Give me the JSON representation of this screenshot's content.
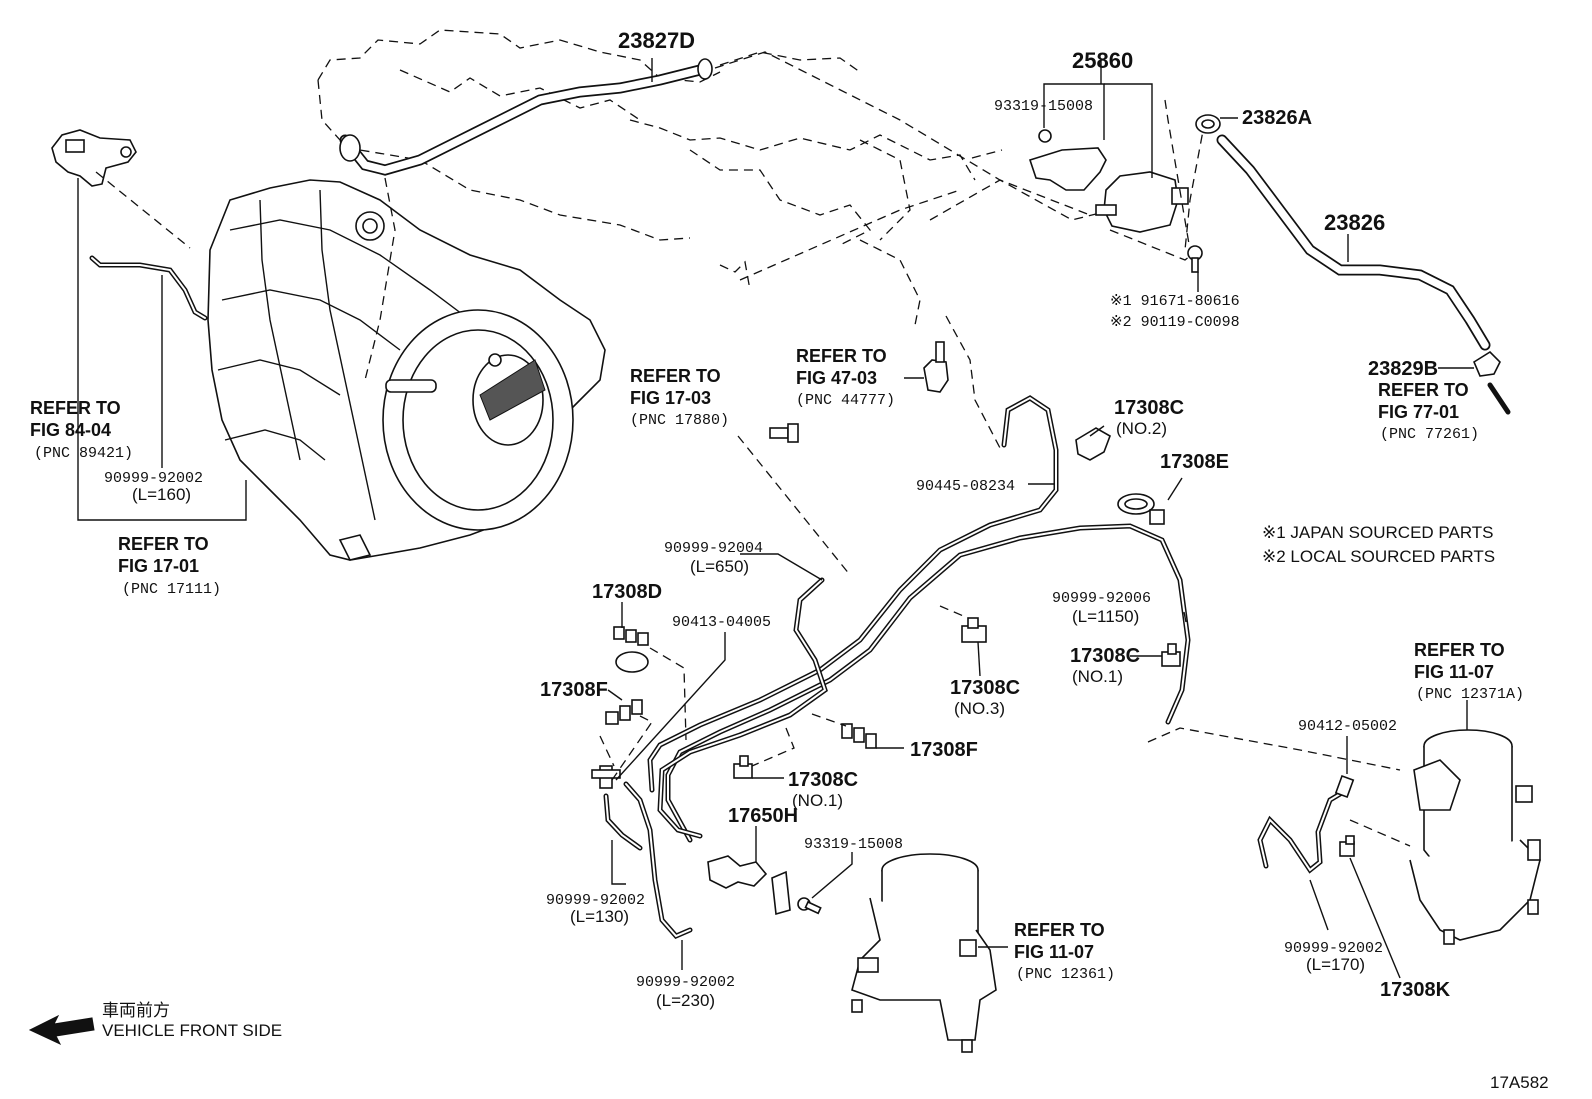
{
  "labels": {
    "p23827D": "23827D",
    "p25860": "25860",
    "p93319_top": "93319-15008",
    "p23826A": "23826A",
    "p23826": "23826",
    "p91671": "※1 91671-80616",
    "p90119": "※2 90119-C0098",
    "p23829B": "23829B",
    "p17308C_no2": "17308C",
    "no2": "(NO.2)",
    "p17308E": "17308E",
    "p90445": "90445-08234",
    "p90999_92002_top": "90999-92002",
    "l160": "(L=160)",
    "p90999_92004": "90999-92004",
    "l650": "(L=650)",
    "p17308D": "17308D",
    "p90413": "90413-04005",
    "p17308F_left": "17308F",
    "p17308C_no3": "17308C",
    "no3": "(NO.3)",
    "p90999_92006": "90999-92006",
    "l1150": "(L=1150)",
    "p17308C_no1_right": "17308C",
    "no1_right": "(NO.1)",
    "p17308F_mid": "17308F",
    "p17308C_no1_mid": "17308C",
    "no1_mid": "(NO.1)",
    "p17650H": "17650H",
    "p93319_bottom": "93319-15008",
    "p90999_92002_130": "90999-92002",
    "l130": "(L=130)",
    "p90999_92002_230": "90999-92002",
    "l230": "(L=230)",
    "p90412": "90412-05002",
    "p90999_92002_170": "90999-92002",
    "l170": "(L=170)",
    "p17308K": "17308K"
  },
  "refs": {
    "fig84": [
      "REFER TO",
      "FIG 84-04",
      "(PNC 89421)"
    ],
    "fig1701": [
      "REFER TO",
      "FIG 17-01",
      "(PNC 17111)"
    ],
    "fig1703": [
      "REFER TO",
      "FIG 17-03",
      "(PNC 17880)"
    ],
    "fig4703": [
      "REFER TO",
      "FIG 47-03",
      "(PNC 44777)"
    ],
    "fig7701": [
      "REFER TO",
      "FIG 77-01",
      "(PNC 77261)"
    ],
    "fig1107a": [
      "REFER TO",
      "FIG 11-07",
      "(PNC 12371A)"
    ],
    "fig1107b": [
      "REFER TO",
      "FIG 11-07",
      "(PNC 12361)"
    ]
  },
  "notes": {
    "japan": "※1 JAPAN SOURCED PARTS",
    "local": "※2 LOCAL SOURCED PARTS"
  },
  "direction": {
    "kanji": "車両前方",
    "english": "VEHICLE FRONT SIDE"
  },
  "figure_id": "17A582"
}
